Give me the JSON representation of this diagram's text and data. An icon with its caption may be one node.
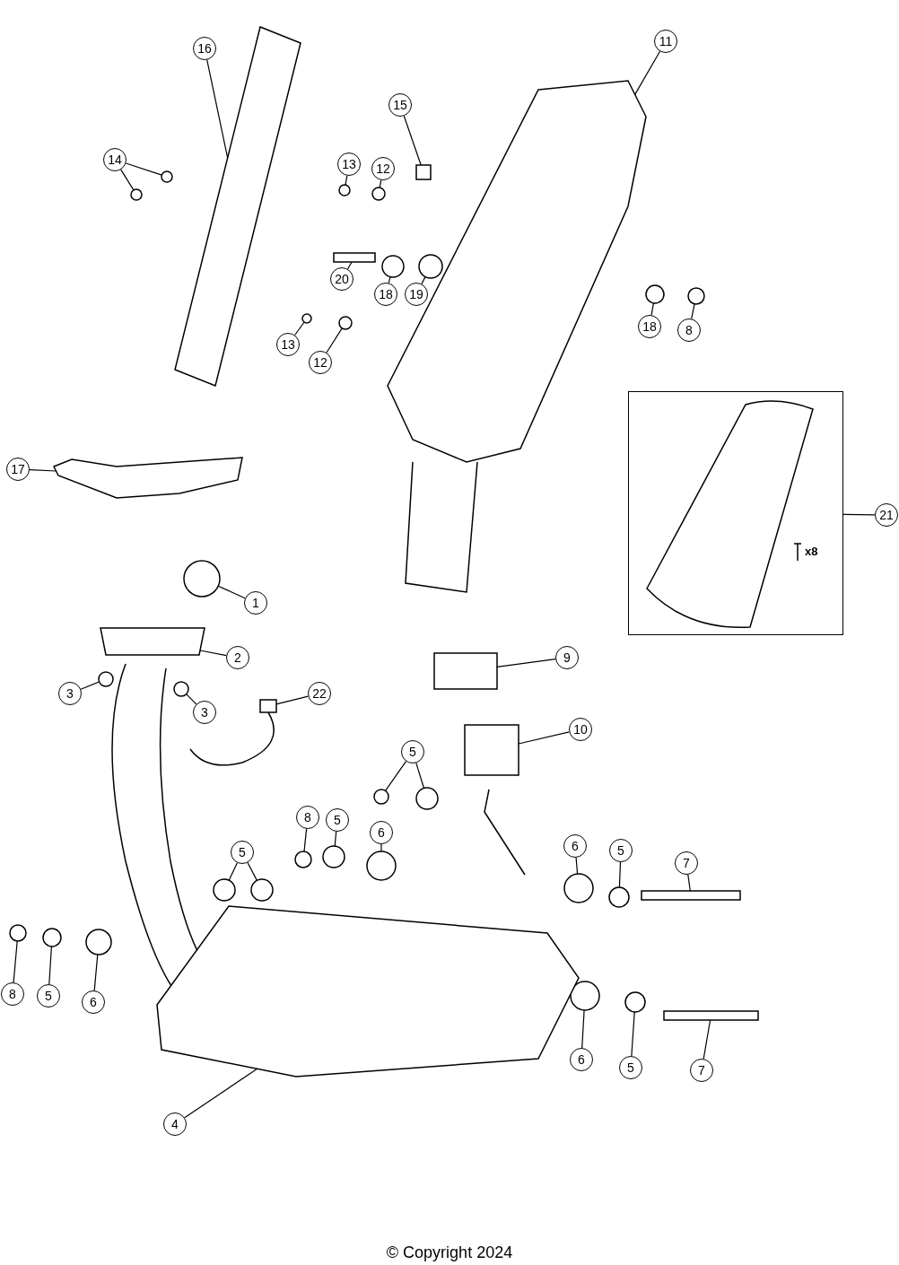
{
  "diagram": {
    "nodes": [
      {
        "text": [
          "16"
        ]
      },
      {
        "text": [
          "11"
        ]
      },
      {
        "text": [
          "15"
        ]
      },
      {
        "text": [
          "14"
        ]
      },
      {
        "text": [
          "13"
        ]
      },
      {
        "text": [
          "12"
        ]
      },
      {
        "text": [
          "20"
        ]
      },
      {
        "text": [
          "18"
        ]
      },
      {
        "text": [
          "19"
        ]
      },
      {
        "text": [
          "18"
        ]
      },
      {
        "text": [
          "8"
        ]
      },
      {
        "text": [
          "13"
        ]
      },
      {
        "text": [
          "12"
        ]
      },
      {
        "text": [
          "17"
        ]
      },
      {
        "text": [
          "21"
        ]
      },
      {
        "text": [
          "x8"
        ]
      },
      {
        "text": [
          "1"
        ]
      },
      {
        "text": [
          "2"
        ]
      },
      {
        "text": [
          "9"
        ]
      },
      {
        "text": [
          "3"
        ]
      },
      {
        "text": [
          "3"
        ]
      },
      {
        "text": [
          "22"
        ]
      },
      {
        "text": [
          "10"
        ]
      },
      {
        "text": [
          "5"
        ]
      },
      {
        "text": [
          "8"
        ]
      },
      {
        "text": [
          "5"
        ]
      },
      {
        "text": [
          "6"
        ]
      },
      {
        "text": [
          "6"
        ]
      },
      {
        "text": [
          "5"
        ]
      },
      {
        "text": [
          "7"
        ]
      },
      {
        "text": [
          "5"
        ]
      },
      {
        "text": [
          "8"
        ]
      },
      {
        "text": [
          "5"
        ]
      },
      {
        "text": [
          "6"
        ]
      },
      {
        "text": [
          "6"
        ]
      },
      {
        "text": [
          "5"
        ]
      },
      {
        "text": [
          "7"
        ]
      },
      {
        "text": [
          "4"
        ]
      },
      {
        "text": [],
        "shape": "picture"
      },
      {
        "text": [],
        "shape": "picture"
      },
      {
        "text": [],
        "shape": "box"
      },
      {
        "text": [],
        "shape": "circle"
      },
      {
        "text": [],
        "shape": "circle"
      },
      {
        "text": [],
        "shape": "circle"
      },
      {
        "text": [],
        "shape": "circle"
      },
      {
        "text": [],
        "shape": "box"
      },
      {
        "text": [],
        "shape": "circle"
      },
      {
        "text": [],
        "shape": "circle"
      },
      {
        "text": [],
        "shape": "circle"
      },
      {
        "text": [],
        "shape": "circle"
      },
      {
        "text": [],
        "shape": "circle"
      },
      {
        "text": [],
        "shape": "circle"
      },
      {
        "text": [],
        "shape": "picture"
      },
      {
        "text": [],
        "shape": "circle"
      },
      {
        "text": [],
        "shape": "box"
      },
      {
        "text": [],
        "shape": "box"
      },
      {
        "text": [],
        "shape": "circle"
      },
      {
        "text": [],
        "shape": "circle"
      },
      {
        "text": [],
        "shape": "box"
      },
      {
        "text": [],
        "shape": "box"
      },
      {
        "text": [],
        "shape": "circle"
      },
      {
        "text": [],
        "shape": "circle"
      },
      {
        "text": [],
        "shape": "circle"
      },
      {
        "text": [],
        "shape": "circle"
      },
      {
        "text": [],
        "shape": "circle"
      },
      {
        "text": [],
        "shape": "circle"
      },
      {
        "text": [],
        "shape": "circle"
      },
      {
        "text": [],
        "shape": "box"
      },
      {
        "text": [],
        "shape": "circle"
      },
      {
        "text": [],
        "shape": "circle"
      },
      {
        "text": [],
        "shape": "circle"
      },
      {
        "text": [],
        "shape": "circle"
      },
      {
        "text": [],
        "shape": "circle"
      },
      {
        "text": [],
        "shape": "circle"
      },
      {
        "text": [],
        "shape": "circle"
      },
      {
        "text": [],
        "shape": "box"
      },
      {
        "text": [],
        "shape": "picture"
      }
    ],
    "edges": [
      {
        "from": 0,
        "to": 38,
        "arrow": "none"
      },
      {
        "from": 1,
        "to": 39,
        "arrow": "none"
      },
      {
        "from": 2,
        "to": 40,
        "arrow": "none"
      },
      {
        "from": 3,
        "to": 41,
        "arrow": "none"
      },
      {
        "from": 3,
        "to": 42,
        "arrow": "none"
      },
      {
        "from": 4,
        "to": 43,
        "arrow": "none"
      },
      {
        "from": 5,
        "to": 44,
        "arrow": "none"
      },
      {
        "from": 6,
        "to": 45,
        "arrow": "none"
      },
      {
        "from": 7,
        "to": 46,
        "arrow": "none"
      },
      {
        "from": 8,
        "to": 47,
        "arrow": "none"
      },
      {
        "from": 9,
        "to": 48,
        "arrow": "none"
      },
      {
        "from": 10,
        "to": 49,
        "arrow": "none"
      },
      {
        "from": 11,
        "to": 50,
        "arrow": "none"
      },
      {
        "from": 12,
        "to": 51,
        "arrow": "none"
      },
      {
        "from": 13,
        "to": 52,
        "arrow": "none"
      },
      {
        "from": 14,
        "to": 15,
        "arrow": "none"
      },
      {
        "from": 16,
        "to": 53,
        "arrow": "none"
      },
      {
        "from": 17,
        "to": 54,
        "arrow": "none"
      },
      {
        "from": 18,
        "to": 55,
        "arrow": "none"
      },
      {
        "from": 19,
        "to": 56,
        "arrow": "none"
      },
      {
        "from": 20,
        "to": 57,
        "arrow": "none"
      },
      {
        "from": 21,
        "to": 58,
        "arrow": "none"
      },
      {
        "from": 22,
        "to": 59,
        "arrow": "none"
      },
      {
        "from": 23,
        "to": 60,
        "arrow": "none"
      },
      {
        "from": 23,
        "to": 61,
        "arrow": "none"
      },
      {
        "from": 24,
        "to": 62,
        "arrow": "none"
      },
      {
        "from": 25,
        "to": 63,
        "arrow": "none"
      },
      {
        "from": 26,
        "to": 64,
        "arrow": "none"
      },
      {
        "from": 27,
        "to": 65,
        "arrow": "none"
      },
      {
        "from": 28,
        "to": 66,
        "arrow": "none"
      },
      {
        "from": 29,
        "to": 67,
        "arrow": "none"
      },
      {
        "from": 30,
        "to": 68,
        "arrow": "none"
      },
      {
        "from": 30,
        "to": 69,
        "arrow": "none"
      },
      {
        "from": 31,
        "to": 70,
        "arrow": "none"
      },
      {
        "from": 32,
        "to": 71,
        "arrow": "none"
      },
      {
        "from": 33,
        "to": 72,
        "arrow": "none"
      },
      {
        "from": 34,
        "to": 73,
        "arrow": "none"
      },
      {
        "from": 35,
        "to": 74,
        "arrow": "none"
      },
      {
        "from": 36,
        "to": 75,
        "arrow": "none"
      },
      {
        "from": 37,
        "to": 76,
        "arrow": "none"
      }
    ],
    "labels": [
      "© Copyright 2024"
    ]
  }
}
